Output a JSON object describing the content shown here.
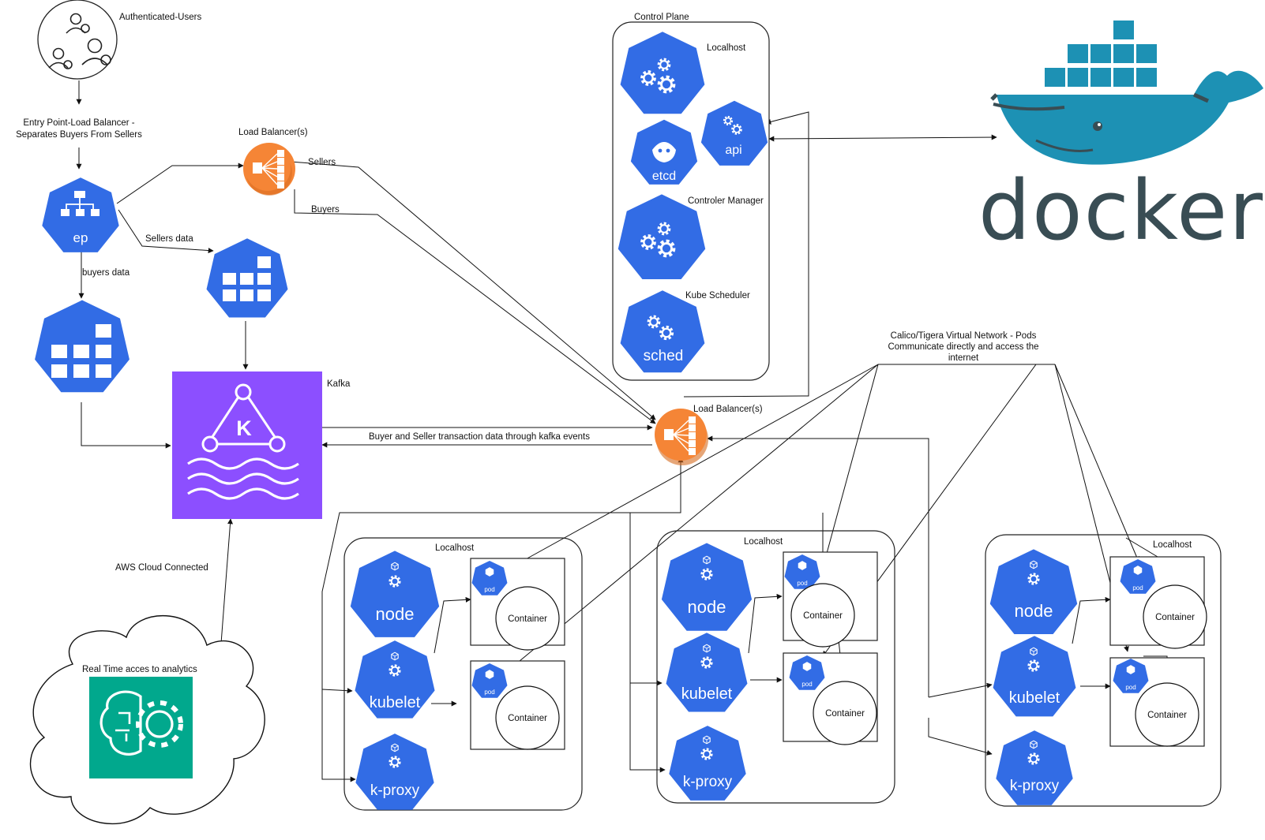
{
  "labels": {
    "authenticated_users": "Authenticated-Users",
    "entry_point_line1": "Entry Point-Load Balancer -",
    "entry_point_line2": "Separates Buyers From Sellers",
    "load_balancers_top": "Load Balancer(s)",
    "sellers": "Sellers",
    "buyers": "Buyers",
    "sellers_data": "Sellers data",
    "buyers_data": "buyers data",
    "kafka": "Kafka",
    "transaction_data": "Buyer and Seller transaction data through kafka events",
    "aws_cloud": "AWS Cloud Connected",
    "real_time": "Real Time acces to analytics",
    "control_plane": "Control Plane",
    "localhost": "Localhost",
    "controller_manager": "Controler Manager",
    "kube_scheduler": "Kube Scheduler",
    "load_balancers_mid": "Load Balancer(s)",
    "calico_line1": "Calico/Tigera Virtual Network - Pods",
    "calico_line2": "Communicate directly and access the",
    "calico_line3": "internet",
    "container": "Container",
    "docker": "docker"
  },
  "icons": {
    "ep": "ep",
    "api": "api",
    "etcd": "etcd",
    "sched": "sched",
    "node": "node",
    "kubelet": "kubelet",
    "kproxy": "k-proxy",
    "pod": "pod",
    "kafka_letter": "K"
  },
  "colors": {
    "k8s_blue": "#326CE5",
    "kafka_purple": "#8C4FFF",
    "elb_orange": "#F58536",
    "ml_green": "#01A88D",
    "docker_blue": "#1D91B4",
    "docker_dark": "#394D54"
  }
}
